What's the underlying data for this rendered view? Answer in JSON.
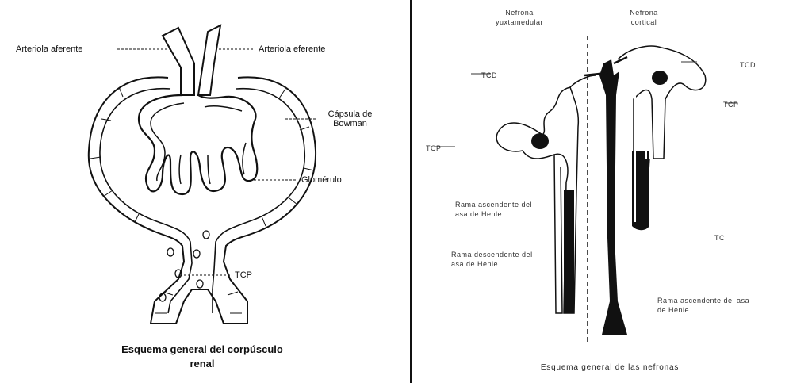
{
  "left": {
    "labels": {
      "afferent": "Arteriola aferente",
      "efferent": "Arteriola eferente",
      "bowman": "Cápsula de Bowman",
      "glomerulus": "Glomérulo",
      "tcp": "TCP"
    },
    "caption": "Esquema general del corpúsculo renal"
  },
  "right": {
    "labels": {
      "juxta": "Nefrona yuxtamedular",
      "cortical": "Nefrona cortical",
      "tcd_left": "TCD",
      "tcd_right": "TCD",
      "tcp_left": "TCP",
      "tcp_right": "TCP",
      "ascending": "Rama ascendente del asa de Henle",
      "descending": "Rama descendente del asa de Henle",
      "collector": "TC",
      "henle_right": "Rama ascendente del asa de Henle"
    },
    "caption": "Esquema general de las nefronas"
  }
}
